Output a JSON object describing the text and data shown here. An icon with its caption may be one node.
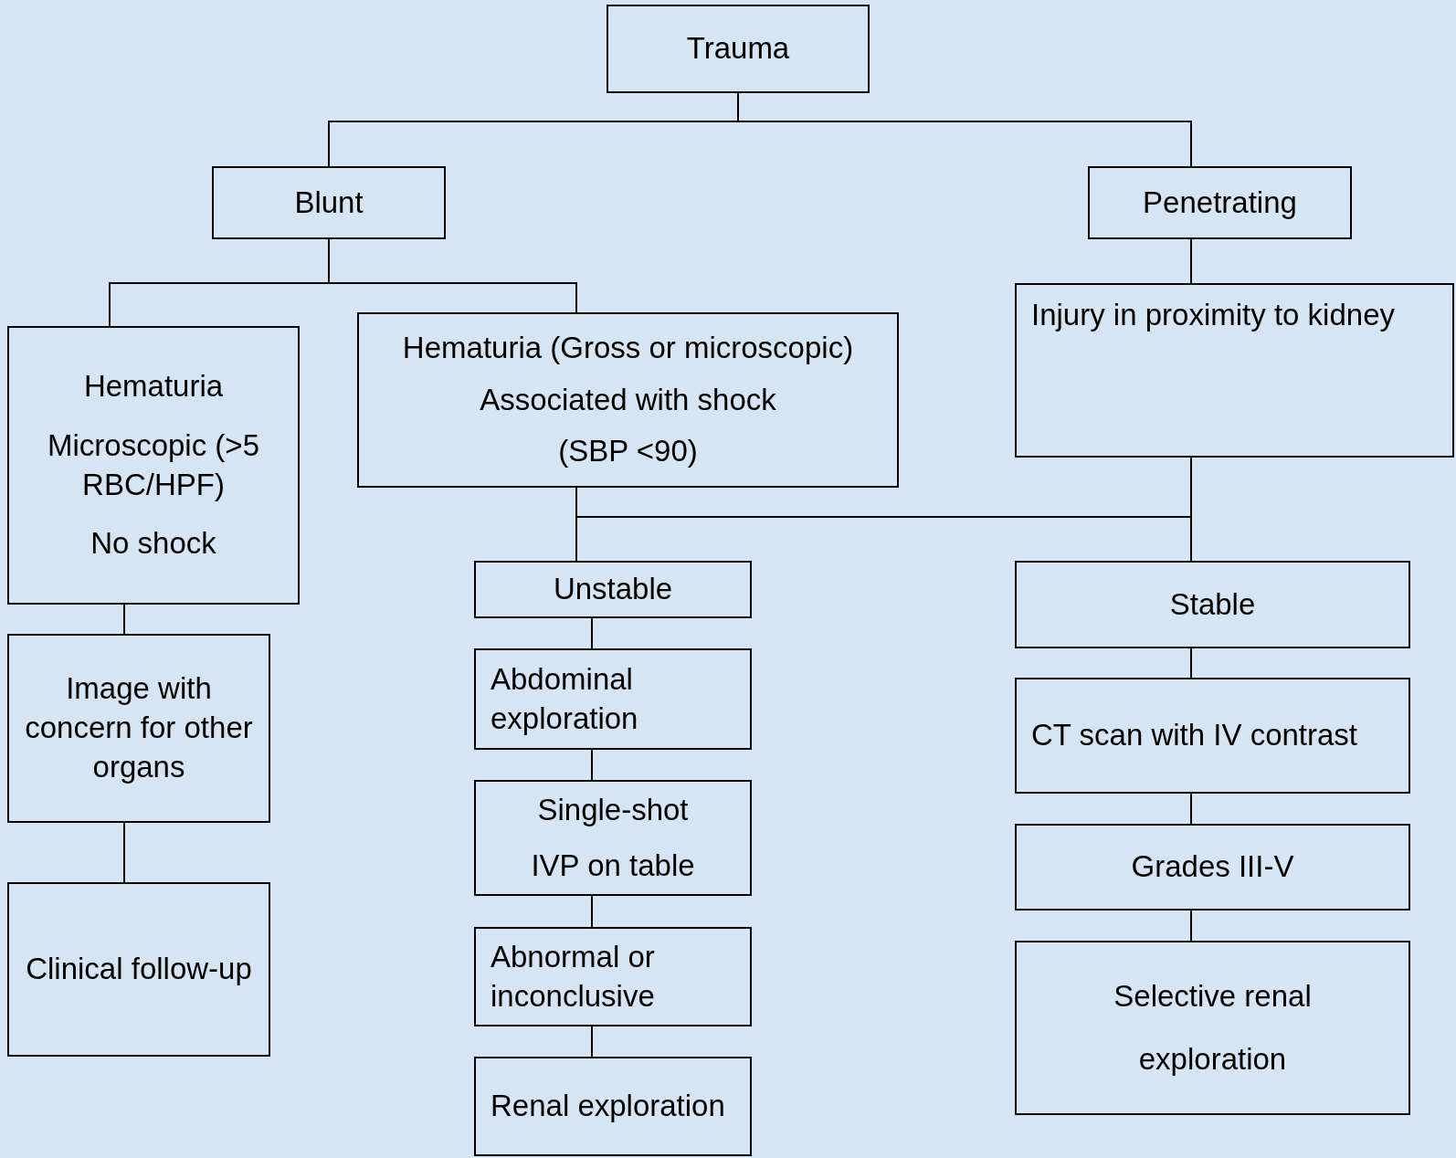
{
  "diagram": {
    "nodes": [
      {
        "text": [
          "Trauma"
        ]
      },
      {
        "text": [
          "Blunt"
        ]
      },
      {
        "text": [
          "Penetrating"
        ]
      },
      {
        "text": [
          "Hematuria",
          "Microscopic (>5 RBC/HPF)",
          "No shock"
        ]
      },
      {
        "text": [
          "Hematuria (Gross or microscopic)",
          "Associated with shock",
          "(SBP <90)"
        ]
      },
      {
        "text": [
          "Injury in proximity to kidney"
        ]
      },
      {
        "text": [
          "Image with concern for other organs"
        ]
      },
      {
        "text": [
          "Clinical follow-up"
        ]
      },
      {
        "text": [
          "Unstable"
        ]
      },
      {
        "text": [
          "Stable"
        ]
      },
      {
        "text": [
          "Abdominal exploration"
        ]
      },
      {
        "text": [
          "CT scan with IV contrast"
        ]
      },
      {
        "text": [
          "Single-shot",
          "IVP on table"
        ]
      },
      {
        "text": [
          "Grades III-V"
        ]
      },
      {
        "text": [
          "Abnormal or inconclusive"
        ]
      },
      {
        "text": [
          "Selective renal",
          "exploration"
        ]
      },
      {
        "text": [
          "Renal exploration"
        ]
      }
    ],
    "edges": [
      {
        "from": 0,
        "to": 1,
        "arrow": "none"
      },
      {
        "from": 0,
        "to": 2,
        "arrow": "none"
      },
      {
        "from": 1,
        "to": 3,
        "arrow": "none"
      },
      {
        "from": 1,
        "to": 4,
        "arrow": "none"
      },
      {
        "from": 2,
        "to": 5,
        "arrow": "none"
      },
      {
        "from": 3,
        "to": 6,
        "arrow": "none"
      },
      {
        "from": 6,
        "to": 7,
        "arrow": "none"
      },
      {
        "from": 4,
        "to": 8,
        "arrow": "none"
      },
      {
        "from": 4,
        "to": 9,
        "arrow": "none"
      },
      {
        "from": 5,
        "to": 9,
        "arrow": "none"
      },
      {
        "from": 8,
        "to": 10,
        "arrow": "none"
      },
      {
        "from": 10,
        "to": 12,
        "arrow": "none"
      },
      {
        "from": 12,
        "to": 14,
        "arrow": "none"
      },
      {
        "from": 14,
        "to": 16,
        "arrow": "none"
      },
      {
        "from": 9,
        "to": 11,
        "arrow": "none"
      },
      {
        "from": 11,
        "to": 13,
        "arrow": "none"
      },
      {
        "from": 13,
        "to": 15,
        "arrow": "none"
      }
    ]
  }
}
